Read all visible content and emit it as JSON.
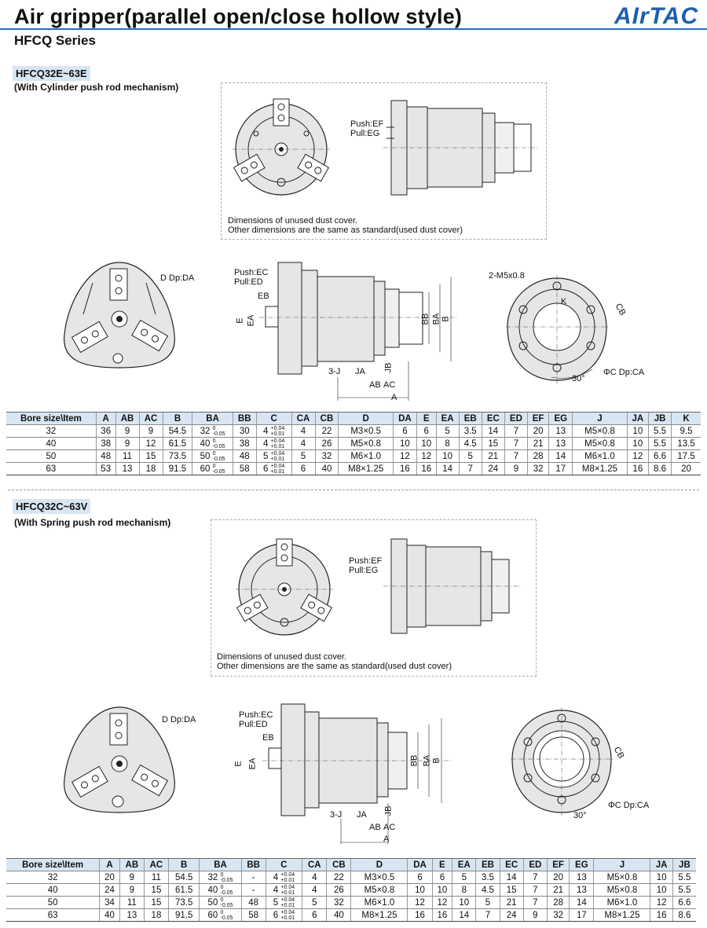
{
  "header": {
    "title": "Air gripper(parallel open/close hollow style)",
    "series": "HFCQ Series",
    "logo": "AIrTAC"
  },
  "section1": {
    "label": "HFCQ32E~63E",
    "subtitle": "(With Cylinder push rod mechanism)",
    "note_line1": "Dimensions of unused dust cover.",
    "note_line2": "Other dimensions are the same as standard(used dust cover)",
    "push_ef": "Push:EF",
    "pull_eg": "Pull:EG",
    "d_dp_da": "D Dp:DA",
    "push_ec": "Push:EC",
    "pull_ed": "Pull:ED",
    "eb": "EB",
    "e": "E",
    "ea": "EA",
    "j": "3-J",
    "ja": "JA",
    "ab": "AB",
    "ac": "AC",
    "a": "A",
    "jb": "JB",
    "bb": "BB",
    "ba": "BA",
    "b": "B",
    "m5": "2-M5x0.8",
    "k": "K",
    "cb": "CB",
    "angle": "30°",
    "c_dp_ca": "ΦC Dp:CA",
    "table": {
      "headers": [
        "Bore size\\Item",
        "A",
        "AB",
        "AC",
        "B",
        "BA",
        "BB",
        "C",
        "CA",
        "CB",
        "D",
        "DA",
        "E",
        "EA",
        "EB",
        "EC",
        "ED",
        "EF",
        "EG",
        "J",
        "JA",
        "JB",
        "K"
      ],
      "rows": [
        [
          "32",
          "36",
          "9",
          "9",
          "54.5",
          "32",
          "30",
          "4",
          "4",
          "22",
          "M3×0.5",
          "6",
          "6",
          "5",
          "3.5",
          "14",
          "7",
          "20",
          "13",
          "M5×0.8",
          "10",
          "5.5",
          "9.5"
        ],
        [
          "40",
          "38",
          "9",
          "12",
          "61.5",
          "40",
          "38",
          "4",
          "4",
          "26",
          "M5×0.8",
          "10",
          "10",
          "8",
          "4.5",
          "15",
          "7",
          "21",
          "13",
          "M5×0.8",
          "10",
          "5.5",
          "13.5"
        ],
        [
          "50",
          "48",
          "11",
          "15",
          "73.5",
          "50",
          "48",
          "5",
          "5",
          "32",
          "M6×1.0",
          "12",
          "12",
          "10",
          "5",
          "21",
          "7",
          "28",
          "14",
          "M6×1.0",
          "12",
          "6.6",
          "17.5"
        ],
        [
          "63",
          "53",
          "13",
          "18",
          "91.5",
          "60",
          "58",
          "6",
          "6",
          "40",
          "M8×1.25",
          "16",
          "16",
          "14",
          "7",
          "24",
          "9",
          "32",
          "17",
          "M8×1.25",
          "16",
          "8.6",
          "20"
        ]
      ],
      "tol_ba_upper": "0",
      "tol_ba_lower": "-0.05",
      "tol_c_upper": "+0.04",
      "tol_c_lower": "+0.01"
    }
  },
  "section2": {
    "label": "HFCQ32C~63V",
    "subtitle": "(With Spring push rod mechanism)",
    "note_line1": "Dimensions of unused dust cover.",
    "note_line2": "Other dimensions are the same as standard(used dust cover)",
    "push_ef": "Push:EF",
    "pull_eg": "Pull:EG",
    "d_dp_da": "D Dp:DA",
    "push_ec": "Push:EC",
    "pull_ed": "Pull:ED",
    "eb": "EB",
    "e": "E",
    "ea": "EA",
    "j": "3-J",
    "ja": "JA",
    "ab": "AB",
    "ac": "AC",
    "a": "A",
    "jb": "JB",
    "bb": "BB",
    "ba": "BA",
    "b": "B",
    "cb": "CB",
    "angle": "30°",
    "c_dp_ca": "ΦC Dp:CA",
    "table": {
      "headers": [
        "Bore size\\Item",
        "A",
        "AB",
        "AC",
        "B",
        "BA",
        "BB",
        "C",
        "CA",
        "CB",
        "D",
        "DA",
        "E",
        "EA",
        "EB",
        "EC",
        "ED",
        "EF",
        "EG",
        "J",
        "JA",
        "JB"
      ],
      "rows": [
        [
          "32",
          "20",
          "9",
          "11",
          "54.5",
          "32",
          "-",
          "4",
          "4",
          "22",
          "M3×0.5",
          "6",
          "6",
          "5",
          "3.5",
          "14",
          "7",
          "20",
          "13",
          "M5×0.8",
          "10",
          "5.5"
        ],
        [
          "40",
          "24",
          "9",
          "15",
          "61.5",
          "40",
          "-",
          "4",
          "4",
          "26",
          "M5×0.8",
          "10",
          "10",
          "8",
          "4.5",
          "15",
          "7",
          "21",
          "13",
          "M5×0.8",
          "10",
          "5.5"
        ],
        [
          "50",
          "34",
          "11",
          "15",
          "73.5",
          "50",
          "48",
          "5",
          "5",
          "32",
          "M6×1.0",
          "12",
          "12",
          "10",
          "5",
          "21",
          "7",
          "28",
          "14",
          "M6×1.0",
          "12",
          "6.6"
        ],
        [
          "63",
          "40",
          "13",
          "18",
          "91.5",
          "60",
          "58",
          "6",
          "6",
          "40",
          "M8×1.25",
          "16",
          "16",
          "14",
          "7",
          "24",
          "9",
          "32",
          "17",
          "M8×1.25",
          "16",
          "8.6"
        ]
      ],
      "tol_ba_upper": "0",
      "tol_ba_lower": "-0.05",
      "tol_c_upper": "+0.04",
      "tol_c_lower": "+0.01"
    }
  },
  "colors": {
    "accent": "#2a6fb6",
    "header_fill": "#d8e6f3",
    "drawing_fill": "#e6e6e6",
    "line": "#222222"
  }
}
